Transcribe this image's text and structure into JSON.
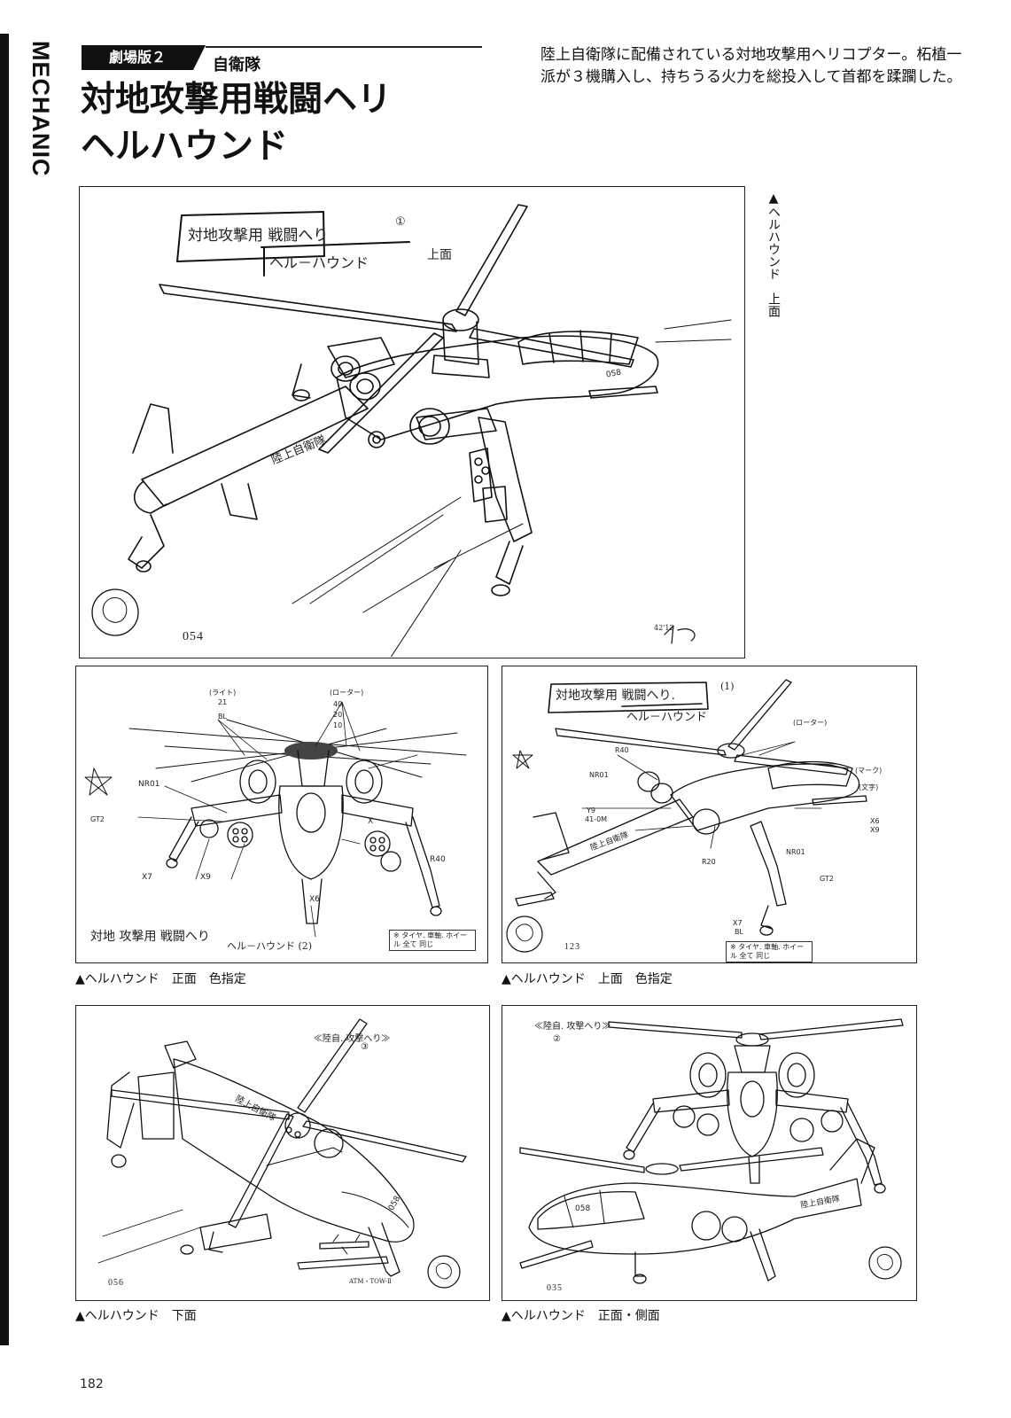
{
  "section_label": "MECHANIC",
  "film_tag": "劇場版２",
  "unit": "自衛隊",
  "title_line1": "対地攻撃用戦闘ヘリ",
  "title_line2": "ヘルハウンド",
  "description": "陸上自衛隊に配備されている対地攻撃用ヘリコプター。柘植一派が３機購入し、持ちうる火力を総投入して首都を蹂躙した。",
  "page_number": "182",
  "colors": {
    "ink": "#111111",
    "tag_bg": "#111111",
    "paper": "#ffffff"
  },
  "panels": {
    "top": {
      "caption": "▲ヘルハウンド　上面",
      "number": "054",
      "handwritten_title": "対地攻撃用 戦闘へり",
      "handwritten_circle": "①",
      "handwritten_name": "ヘル－ハウンド",
      "handwritten_view": "上面",
      "hull_text": "陸上自衛隊",
      "hull_number": "058",
      "signature": "42'12",
      "icon": "dog-seal-icon"
    },
    "front_color": {
      "caption": "▲ヘルハウンド　正面　色指定",
      "handwritten_title": "対地 攻撃用 戦闘へり",
      "handwritten_name": "ヘル－ハウンド (2)",
      "note_box": "※ タイヤ. 車軸. ホイール 全て 同じ",
      "labels": {
        "light": "(ライト)",
        "rotor": "(ローター)",
        "code_21": "21",
        "code_40": "40",
        "code_20": "20",
        "code_10": "10",
        "code_bl": "BL",
        "code_r40": "R40",
        "code_x": "X",
        "code_x7": "X7",
        "code_x6": "X6",
        "code_x9": "X9",
        "code_nr01": "NR01",
        "code_gt2": "GT2"
      }
    },
    "top_color": {
      "caption": "▲ヘルハウンド　上面　色指定",
      "number": "123",
      "handwritten_title": "対地攻撃用 戦闘へり.",
      "handwritten_circle": "(1)",
      "handwritten_name": "ヘル－ハウンド",
      "hull_text": "陸上自衛隊",
      "note_box": "※ タイヤ. 車軸. ホイール 全て 同じ",
      "labels": {
        "rotor": "(ローター)",
        "mark": "(マーク)",
        "letter": "(文字)",
        "y9": "Y9",
        "m41": "41-0M",
        "r40": "R40",
        "r20": "R20",
        "nr01": "NR01",
        "gt2": "GT2",
        "x6": "X6",
        "x9": "X9",
        "x7": "X7",
        "bl": "BL"
      }
    },
    "bottom_left": {
      "caption": "▲ヘルハウンド　下面",
      "number": "056",
      "handwritten_title": "≪陸自. 攻撃へり≫",
      "handwritten_circle": "③",
      "hull_text": "陸上自衛隊",
      "hull_number": "058",
      "missile_label": "ATM・TOW-Ⅱ"
    },
    "bottom_right": {
      "caption": "▲ヘルハウンド　正面・側面",
      "number": "035",
      "handwritten_title": "≪陸自. 攻撃へり≫",
      "handwritten_circle": "②",
      "hull_text": "陸上自衛隊",
      "hull_number": "058"
    }
  }
}
